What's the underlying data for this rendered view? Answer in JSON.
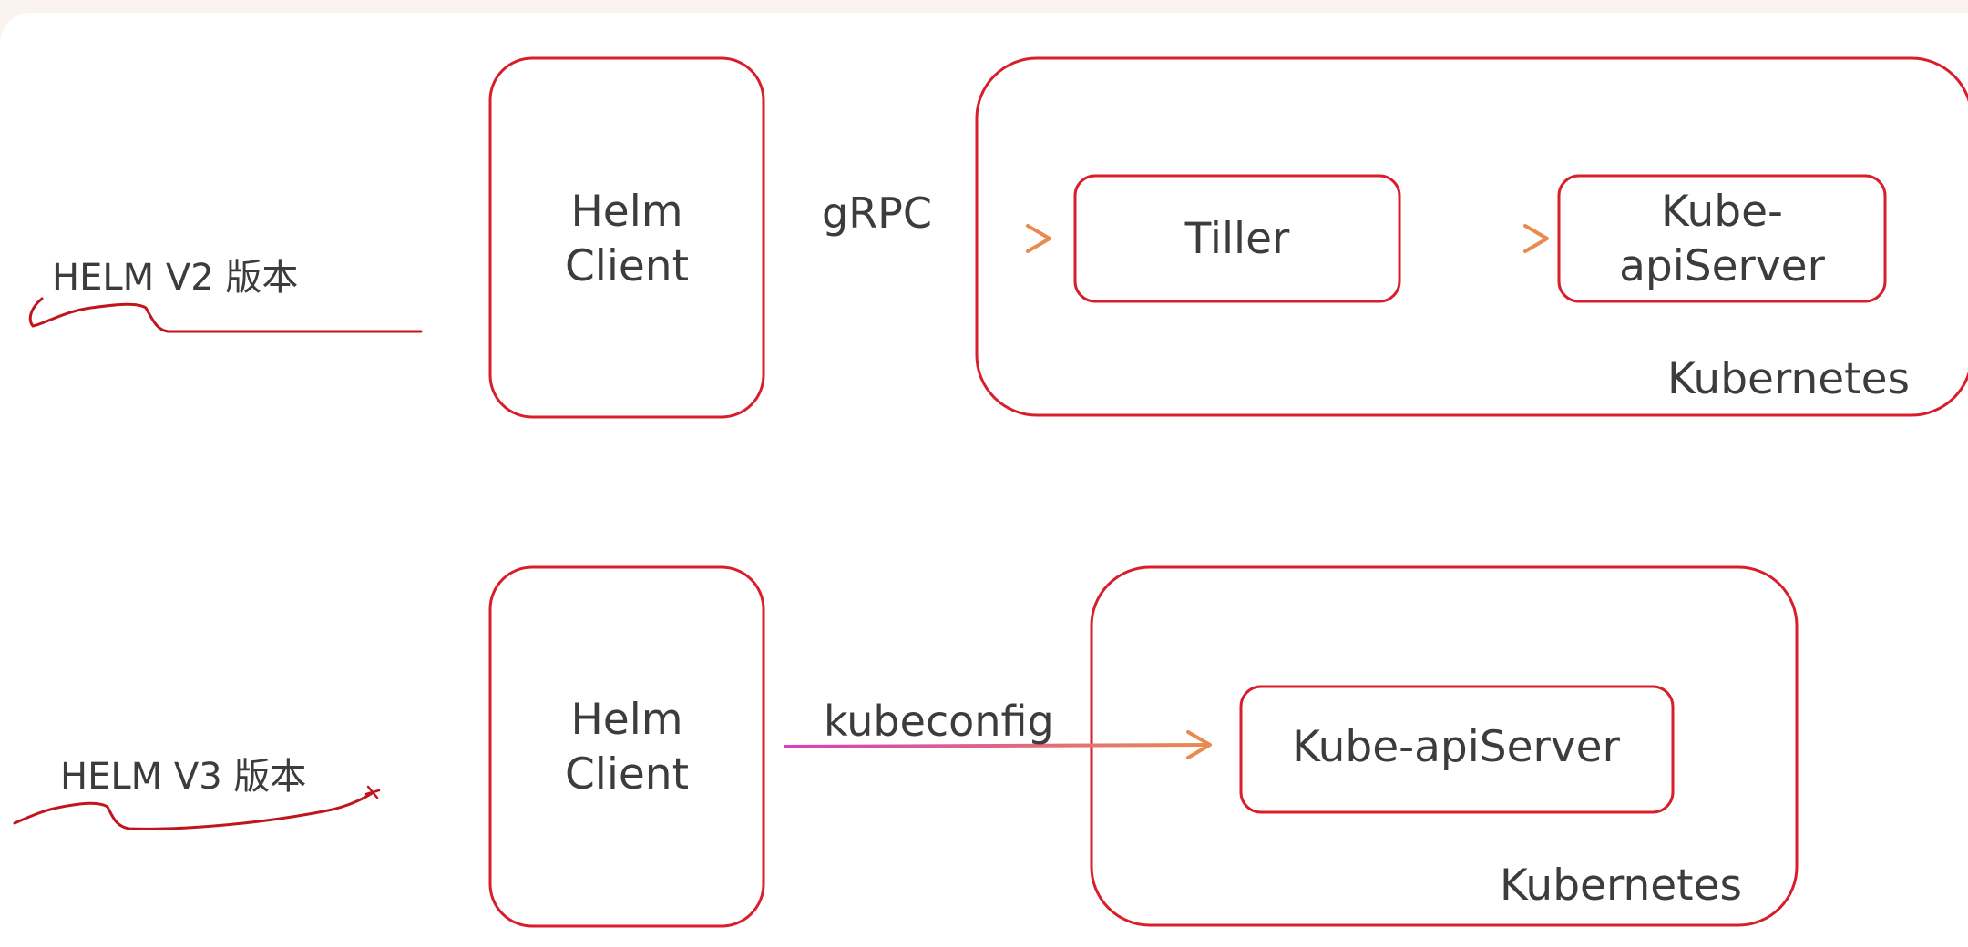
{
  "diagram": {
    "v2": {
      "version_label": "HELM V2 版本",
      "client_line1": "Helm",
      "client_line2": "Client",
      "edge_label": "gRPC",
      "tiller_label": "Tiller",
      "api_line1": "Kube-",
      "api_line2": "apiServer",
      "cluster_label": "Kubernetes"
    },
    "v3": {
      "version_label": "HELM V3 版本",
      "client_line1": "Helm",
      "client_line2": "Client",
      "edge_label": "kubeconfig",
      "api_label": "Kube-apiServer",
      "cluster_label": "Kubernetes"
    },
    "colors": {
      "box_stroke": "#d81e2a",
      "arrow_start": "#d63fc1",
      "arrow_end": "#e98a4e",
      "annotation_ink": "#c0151d",
      "text": "#3c3c3c"
    }
  }
}
